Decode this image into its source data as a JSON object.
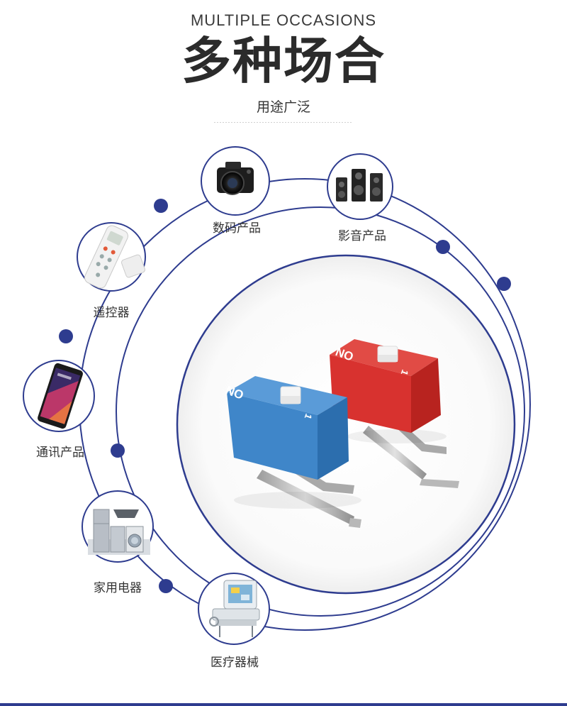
{
  "header": {
    "eyebrow": "MULTIPLE OCCASIONS",
    "title": "多种场合",
    "subtitle": "用途广泛"
  },
  "occasions": [
    {
      "label": "数码产品",
      "icon": "camera-icon"
    },
    {
      "label": "影音产品",
      "icon": "speaker-icon"
    },
    {
      "label": "遥控器",
      "icon": "remote-control-icon"
    },
    {
      "label": "通讯产品",
      "icon": "smartphone-icon"
    },
    {
      "label": "家用电器",
      "icon": "home-appliance-icon"
    },
    {
      "label": "医疗器械",
      "icon": "medical-device-icon"
    }
  ],
  "product": {
    "blue_switch": {
      "marking": "ON",
      "position": "1"
    },
    "red_switch": {
      "marking": "ON",
      "position": "1"
    }
  },
  "colors": {
    "accent": "#2e3c8f",
    "switch_blue": "#3f86c9",
    "switch_red": "#d8322f"
  }
}
